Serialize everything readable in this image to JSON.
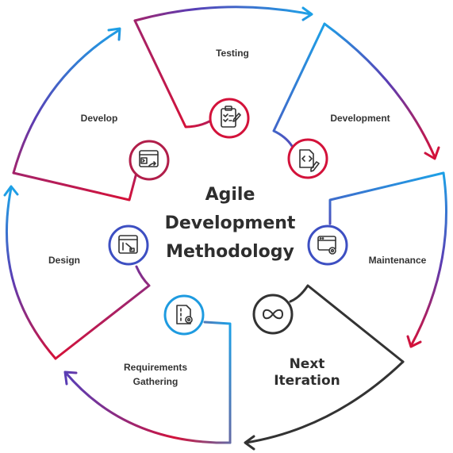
{
  "title_lines": [
    "Agile",
    "Development",
    "Methodology"
  ],
  "stages": [
    {
      "label": "Testing",
      "icon": "checklist-clipboard-icon",
      "color": "#d3123a"
    },
    {
      "label": "Development",
      "icon": "code-file-edit-icon",
      "color": "#d3123a"
    },
    {
      "label": "Maintenance",
      "icon": "browser-settings-icon",
      "color": "#3d4fc2"
    },
    {
      "label": "Next Iteration",
      "icon": "infinity-loop-icon",
      "color": "#333333"
    },
    {
      "label": "Requirements Gathering",
      "icon": "document-settings-icon",
      "color": "#1e9be0"
    },
    {
      "label": "Design",
      "icon": "design-window-icon",
      "color": "#3d4fc2"
    },
    {
      "label": "Develop",
      "icon": "terminal-window-icon",
      "color": "#b11e4a"
    }
  ],
  "next_iteration_lines": [
    "Next",
    "Iteration"
  ],
  "requirements_lines": [
    "Requirements",
    "Gathering"
  ],
  "colors": {
    "blue": "#1ea0e6",
    "indigo": "#5a3db4",
    "red": "#d3123a",
    "dark": "#333333"
  }
}
